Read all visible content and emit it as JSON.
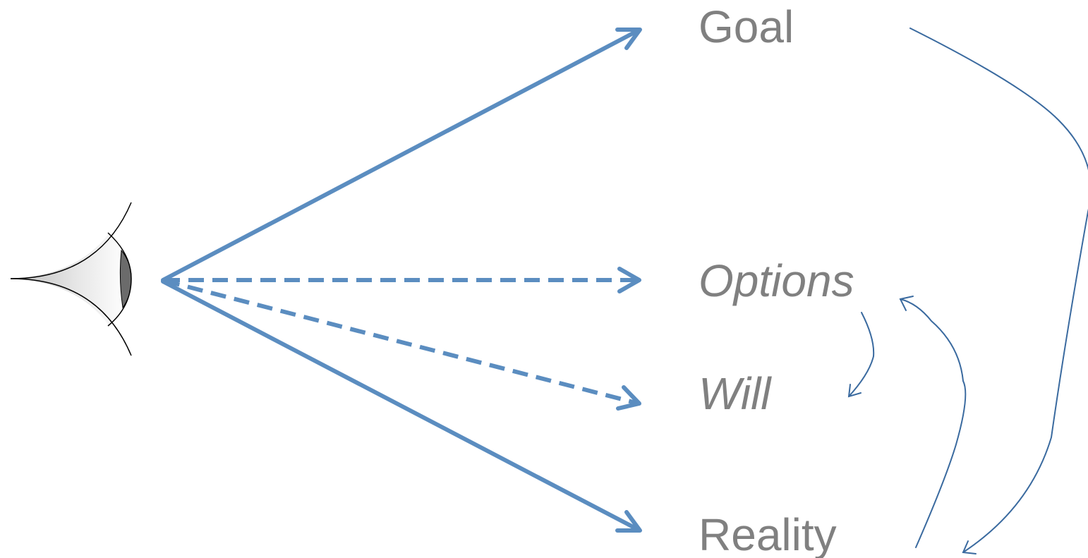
{
  "diagram": {
    "nodes": {
      "goal": "Goal",
      "options": "Options",
      "will": "Will",
      "reality": "Reality"
    },
    "colors": {
      "arrow": "#5b8dc0",
      "cycle_arrow": "#3a6a9f",
      "label": "#808080"
    },
    "icons": [
      "eye-icon"
    ]
  }
}
